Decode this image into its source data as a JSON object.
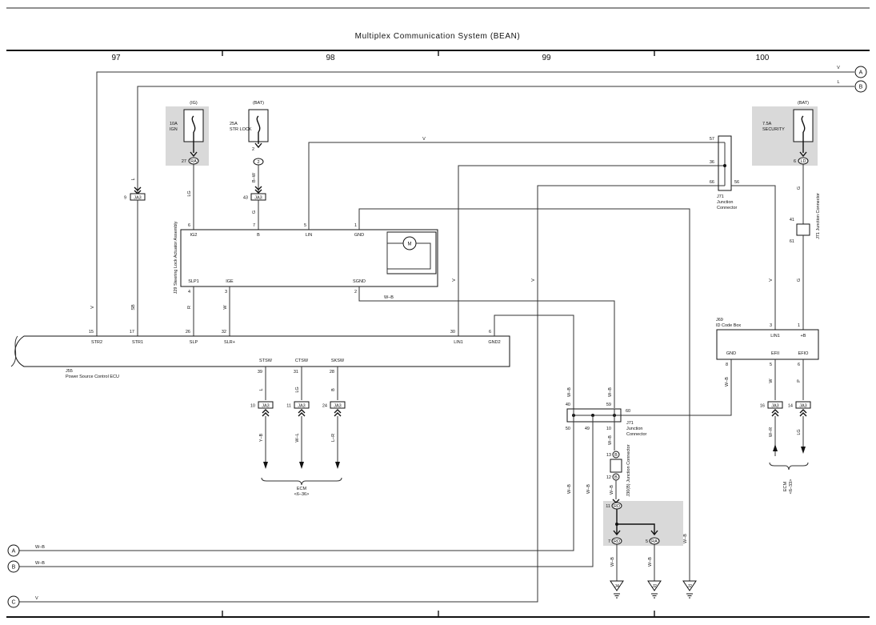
{
  "title": "Multiplex Communication System (BEAN)",
  "columns": [
    "97",
    "98",
    "99",
    "100"
  ],
  "off_page_refs": [
    "A",
    "B",
    "C"
  ],
  "wire_colors": {
    "v": "V",
    "l": "L",
    "lg": "LG",
    "b_w": "B–W",
    "g": "G",
    "sb": "SB",
    "r": "R",
    "w": "W",
    "w_b": "W–B",
    "y_b": "Y–B",
    "w_l": "W–L",
    "l_r": "L–R",
    "b": "B",
    "w_r": "W–R",
    "p": "P"
  },
  "fuses": {
    "ig": {
      "supply": "(IG)",
      "rating": "10A",
      "name": "IGN"
    },
    "str": {
      "supply": "(BAT)",
      "rating": "25A",
      "name": "STR LOCK"
    },
    "sec": {
      "supply": "(BAT)",
      "rating": "7.5A",
      "name": "SECURITY"
    }
  },
  "connectors": {
    "ja3": "JA3",
    "ra": "RA",
    "rd": "RD",
    "ld": "LD",
    "c2": "2",
    "cb": "B",
    "j4": "J4",
    "j2": "J2"
  },
  "pins": {
    "ja3_left": "9",
    "ra27": "27",
    "fuse2": "2",
    "ja3_43": "43",
    "ld6": "6",
    "j71_57": "57",
    "j71_36": "36",
    "j71_66": "66",
    "j71_56": "56",
    "j71_41": "41",
    "j71_61": "61",
    "sl_6": "6",
    "sl_7": "7",
    "sl_5": "5",
    "sl_1": "1",
    "sl_4": "4",
    "sl_3": "3",
    "sl_2": "2",
    "ecu_15": "15",
    "ecu_17": "17",
    "ecu_26": "26",
    "ecu_32": "32",
    "ecu_30": "30",
    "ecu_6": "6",
    "ecu_39": "39",
    "ecu_31": "31",
    "ecu_28": "28",
    "ja3_10": "10",
    "ja3_11": "11",
    "ja3_24": "24",
    "id_3": "3",
    "id_1": "1",
    "id_8": "8",
    "id_5": "5",
    "id_6": "6",
    "ja3_16": "16",
    "ja3_14": "14",
    "jb_40": "40",
    "jb_59": "59",
    "jb_60": "60",
    "jb_50": "50",
    "jb_49": "49",
    "jb_10": "10",
    "b13": "13",
    "b12": "12",
    "rd11": "11",
    "rd7": "7",
    "ra5": "5"
  },
  "steering_lock": {
    "name": "J29 Steering Lock Actuator Assembly",
    "terms": {
      "ig2": "IG2",
      "b": "B",
      "lin": "LIN",
      "gnd": "GND",
      "slp1": "SLP1",
      "ige": "IGE",
      "sgnd": "SGND"
    },
    "motor": "M"
  },
  "power_ecu": {
    "code": "J55",
    "name": "Power Source Control ECU",
    "terms": {
      "str2": "STR2",
      "str1": "STR1",
      "slp": "SLP",
      "slr": "SLR+",
      "lin1": "LIN1",
      "gnd2": "GND2",
      "stsw": "STSW",
      "ctsw": "CTSW",
      "sksw": "SKSW"
    }
  },
  "id_box": {
    "code": "J69",
    "name": "ID Code Box",
    "terms": {
      "lin1": "LIN1",
      "b": "+B",
      "gnd": "GND",
      "efii": "EFII",
      "efio": "EFIO"
    }
  },
  "junctions": {
    "j71_top_code": "J71",
    "j71_top_label1": "Junction",
    "j71_top_label2": "Connector",
    "j71_right": "J71 Junction Connector",
    "j71_mid_code": "J71",
    "j71_mid_label1": "Junction",
    "j71_mid_label2": "Connector",
    "j30b": "J30(B) Junction Connector"
  },
  "ecm_bottom": {
    "name": "ECM",
    "ref": "<6–36>"
  },
  "ecm_right": {
    "name": "ECM",
    "ref": "<6–33>"
  }
}
